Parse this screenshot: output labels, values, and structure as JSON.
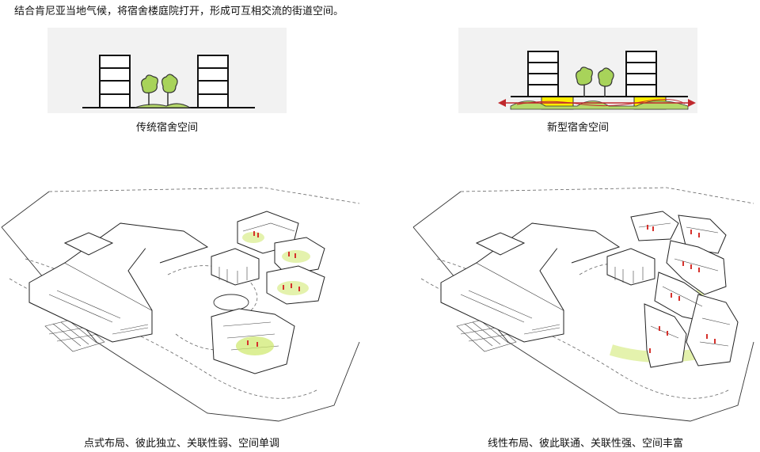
{
  "header": {
    "text": "结合肯尼亚当地气候，将宿舍楼庭院打开，形成可互相交流的街道空间。"
  },
  "sections": {
    "traditional": {
      "label": "传统宿舍空间"
    },
    "new": {
      "label": "新型宿舍空间"
    },
    "point_layout": {
      "label": "点式布局、彼此独立、关联性弱、空间单调"
    },
    "linear_layout": {
      "label": "线性布局、彼此联通、关联性强、空间丰富"
    }
  },
  "colors": {
    "panel_bg": "#f2f2f2",
    "tree_green": "#a8d35a",
    "ground_green": "#b5d86a",
    "highlight_yellow": "#ffee00",
    "arrow_red": "#c0282d",
    "glow_green": "#cde86a",
    "marker_red": "#d6312c"
  }
}
